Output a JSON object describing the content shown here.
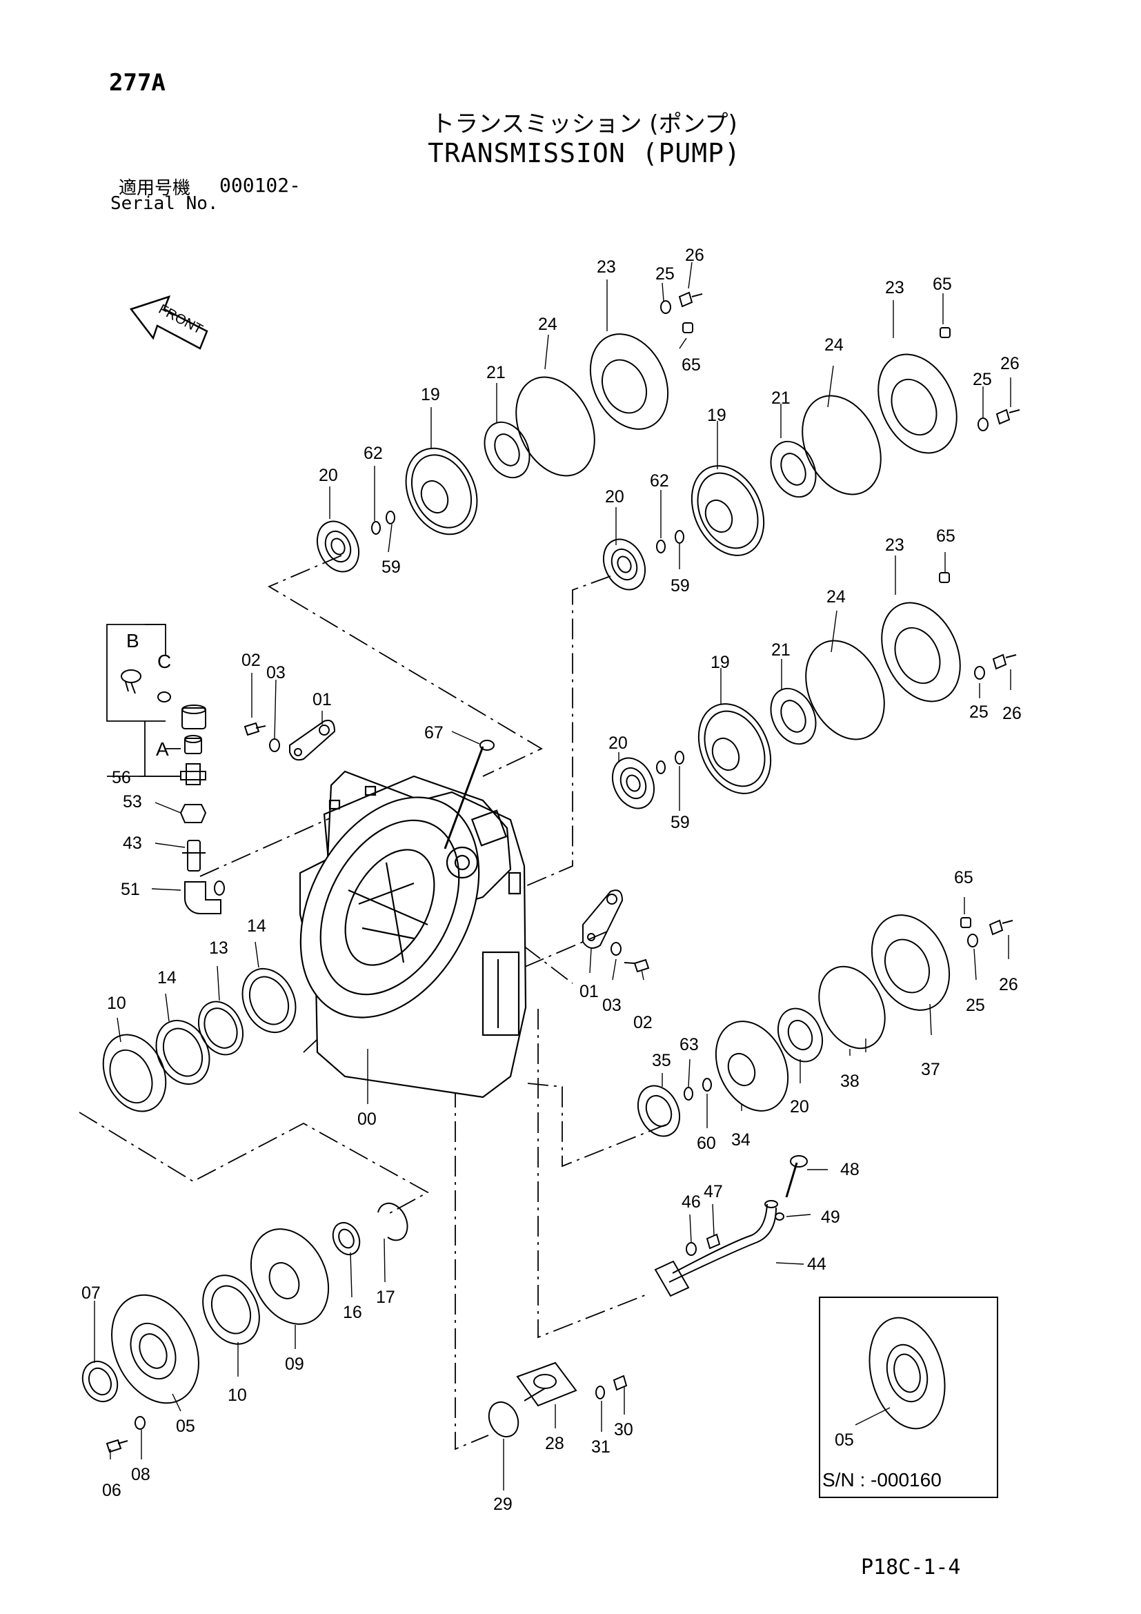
{
  "page_number": "277A",
  "title_jp": "トランスミッション (ポンプ)",
  "title_en": "TRANSMISSION (PUMP)",
  "serial": {
    "label_jp": "適用号機",
    "value": "000102-",
    "label_en": "Serial No."
  },
  "front_label": "FRONT",
  "inset_label": "S/N : -000160",
  "footer_code": "P18C-1-4",
  "callouts": {
    "c00": "00",
    "c01a": "01",
    "c01b": "01",
    "c02a": "02",
    "c02b": "02",
    "c03a": "03",
    "c03b": "03",
    "c05a": "05",
    "c05b": "05",
    "c06": "06",
    "c07": "07",
    "c08": "08",
    "c09": "09",
    "c10a": "10",
    "c10b": "10",
    "c13": "13",
    "c14a": "14",
    "c14b": "14",
    "c16": "16",
    "c17": "17",
    "c19a": "19",
    "c19b": "19",
    "c19c": "19",
    "c20a": "20",
    "c20b": "20",
    "c20c": "20",
    "c20d": "20",
    "c21a": "21",
    "c21b": "21",
    "c21c": "21",
    "c23a": "23",
    "c23b": "23",
    "c23c": "23",
    "c24a": "24",
    "c24b": "24",
    "c24c": "24",
    "c25a": "25",
    "c25b": "25",
    "c25c": "25",
    "c25d": "25",
    "c26a": "26",
    "c26b": "26",
    "c26c": "26",
    "c26d": "26",
    "c28": "28",
    "c29": "29",
    "c30": "30",
    "c31": "31",
    "c34": "34",
    "c35": "35",
    "c37": "37",
    "c38": "38",
    "c43": "43",
    "c44": "44",
    "c46": "46",
    "c47": "47",
    "c48": "48",
    "c49": "49",
    "c51": "51",
    "c53": "53",
    "c56": "56",
    "c59a": "59",
    "c59b": "59",
    "c59c": "59",
    "c60": "60",
    "c62a": "62",
    "c62b": "62",
    "c63": "63",
    "c65a": "65",
    "c65b": "65",
    "c65c": "65",
    "c65d": "65",
    "c67": "67",
    "cA": "A",
    "cB": "B",
    "cC": "C"
  }
}
